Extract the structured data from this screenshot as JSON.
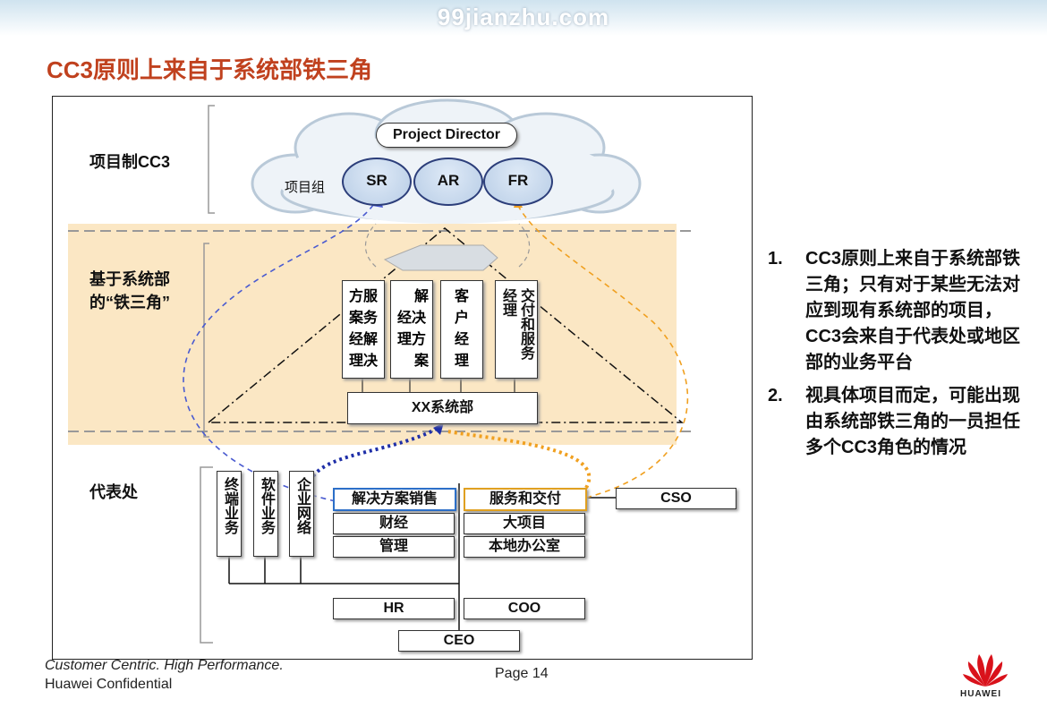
{
  "watermark": "99jianzhu.com",
  "title": "CC3原则上来自于系统部铁三角",
  "rows": {
    "project": "项目制CC3",
    "system": [
      "基于系统部",
      "的“铁三角”"
    ],
    "office": "代表处"
  },
  "cloud": {
    "director": "Project Director",
    "group": "项目组",
    "roles": [
      "SR",
      "AR",
      "FR"
    ]
  },
  "triangle": {
    "columns": [
      [
        "方服",
        "案务",
        "经解",
        "理决"
      ],
      [
        "解",
        "经决",
        "理方",
        "案"
      ],
      [
        "客",
        "户",
        "经",
        "理"
      ],
      [
        "交付和服务经理"
      ]
    ],
    "base": "XX系统部"
  },
  "office": {
    "vertical": [
      "终端业务",
      "软件业务",
      "企业网络"
    ],
    "grid": [
      [
        "解决方案销售",
        "服务和交付"
      ],
      [
        "财经",
        "大项目"
      ],
      [
        "管理",
        "本地办公室"
      ]
    ],
    "cso": "CSO",
    "hr": "HR",
    "coo": "COO",
    "ceo": "CEO"
  },
  "notes": [
    {
      "num": "1.",
      "text": "CC3原则上来自于系统部铁三角；只有对于某些无法对应到现有系统部的项目，CC3会来自于代表处或地区部的业务平台"
    },
    {
      "num": "2.",
      "text": "视具体项目而定，可能出现由系统部铁三角的一员担任多个CC3角色的情况"
    }
  ],
  "footer": {
    "line1": "Customer Centric. High Performance.",
    "line2": "Huawei Confidential",
    "page": "Page 14",
    "logo": "HUAWEI"
  },
  "colors": {
    "title": "#c0411e",
    "band": "#fbe7c4",
    "blue": "#2c3e9c",
    "orange": "#f0a020"
  }
}
